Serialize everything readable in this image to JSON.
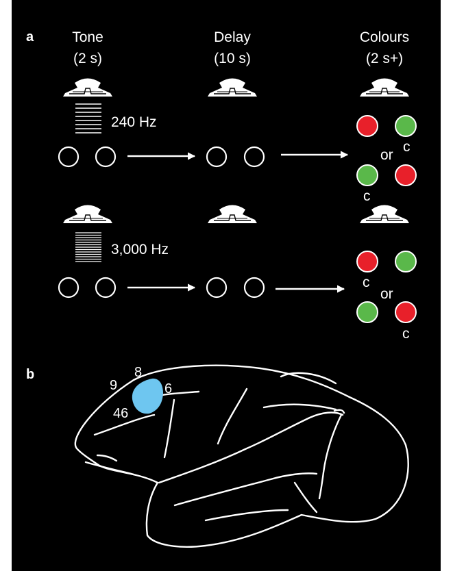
{
  "panel_a": {
    "letter": "a",
    "headers": [
      {
        "line1": "Tone",
        "line2": "(2 s)"
      },
      {
        "line1": "Delay",
        "line2": "(10 s)"
      },
      {
        "line1": "Colours",
        "line2": "(2 s+)"
      }
    ],
    "rows": [
      {
        "frequency": "240 Hz",
        "or": "or",
        "choice_marks": [
          "c",
          "c"
        ]
      },
      {
        "frequency": "3,000 Hz",
        "or": "or",
        "choice_marks": [
          "c",
          "c"
        ]
      }
    ]
  },
  "panel_b": {
    "letter": "b",
    "areas": [
      "8",
      "9",
      "6",
      "46"
    ]
  },
  "colors": {
    "background": "#000000",
    "red_target": "#e8202a",
    "green_target": "#5ab84a",
    "highlight": "#6ec6f0",
    "stroke": "#ffffff"
  },
  "icons": [
    "speaker-icon",
    "tone-bars-icon",
    "arrow-icon"
  ]
}
